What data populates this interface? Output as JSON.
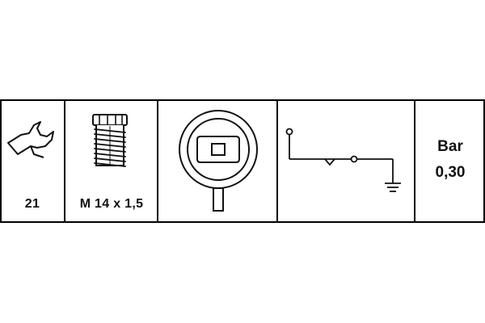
{
  "spec_strip": {
    "wrench_size": {
      "icon": "wrench-icon",
      "value": "21"
    },
    "thread": {
      "icon": "thread-bolt-icon",
      "value": "M 14 x 1,5"
    },
    "connector": {
      "icon": "connector-plug-icon"
    },
    "circuit": {
      "icon": "switch-schematic-icon"
    },
    "pressure": {
      "unit": "Bar",
      "value": "0,30"
    }
  }
}
